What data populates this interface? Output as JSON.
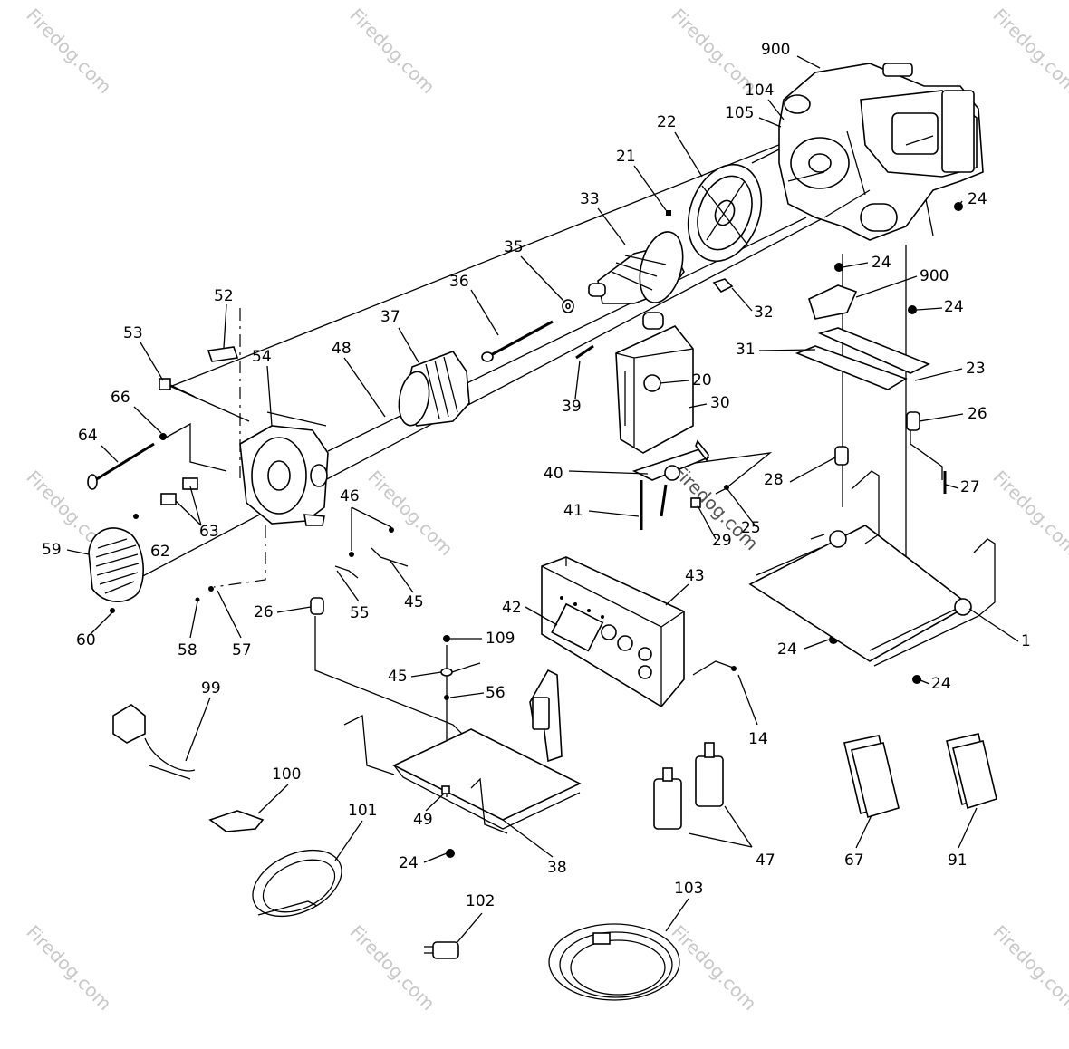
{
  "watermark": "Firedog.com",
  "labels": [
    "900",
    "104",
    "105",
    "22",
    "21",
    "33",
    "24",
    "35",
    "36",
    "32",
    "24",
    "900",
    "52",
    "53",
    "54",
    "37",
    "48",
    "24",
    "31",
    "23",
    "39",
    "20",
    "30",
    "26",
    "66",
    "64",
    "40",
    "28",
    "46",
    "63",
    "62",
    "27",
    "41",
    "29",
    "25",
    "59",
    "60",
    "58",
    "57",
    "55",
    "45",
    "26",
    "43",
    "42",
    "109",
    "1",
    "24",
    "24",
    "45",
    "56",
    "99",
    "14",
    "100",
    "101",
    "49",
    "38",
    "24",
    "47",
    "67",
    "91",
    "102",
    "103"
  ]
}
